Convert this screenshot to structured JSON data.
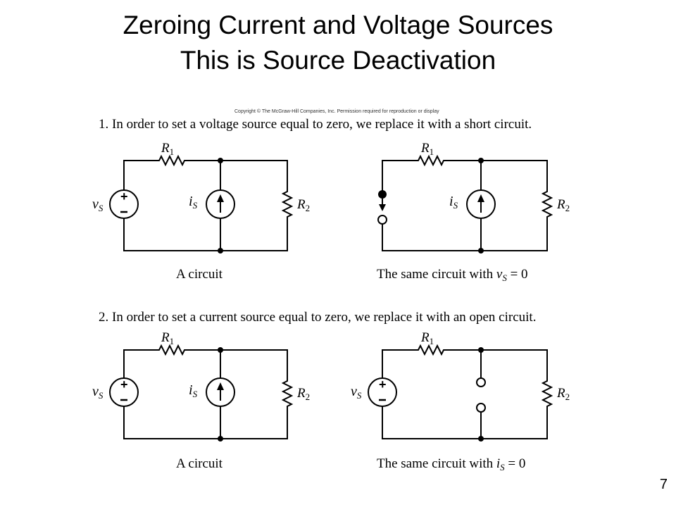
{
  "slide": {
    "title_line1": "Zeroing Current and Voltage Sources",
    "title_line2": "This is Source Deactivation",
    "page_number": "7"
  },
  "figure": {
    "copyright": "Copyright © The McGraw-Hill Companies, Inc. Permission required for reproduction or display",
    "step1": "1. In order to set a voltage source equal to zero, we replace it with a short circuit.",
    "step2": "2. In order to set a current source equal to zero, we replace it with an open circuit.",
    "caption_a_circuit": "A circuit",
    "caption_vs_zero_prefix": "The same circuit with ",
    "caption_vs_zero_var": "v",
    "caption_vs_zero_sub": "S",
    "caption_vs_zero_suffix": " = 0",
    "caption_is_zero_prefix": "The same circuit with ",
    "caption_is_zero_var": "i",
    "caption_is_zero_sub": "S",
    "caption_is_zero_suffix": " = 0",
    "label_R1": "R",
    "label_R1_sub": "1",
    "label_R2": "R",
    "label_R2_sub": "2",
    "label_vs": "v",
    "label_vs_sub": "S",
    "label_is": "i",
    "label_is_sub": "S"
  }
}
